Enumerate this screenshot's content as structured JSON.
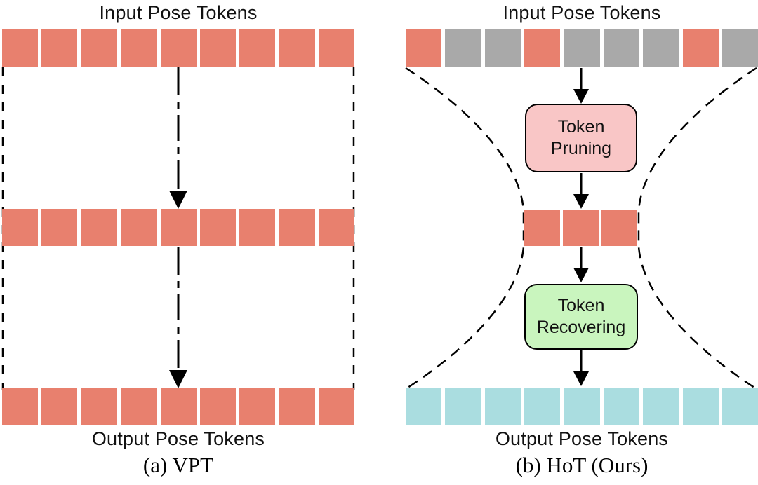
{
  "figure": {
    "description_note": "two-panel token flow diagram"
  },
  "colors": {
    "red": "#E8806E",
    "gray": "#A9A9A9",
    "cyan": "#AADDE0",
    "pruning_fill": "#F9C6C6",
    "recovering_fill": "#C9F5BE",
    "line": "#000000"
  },
  "panel_a": {
    "title": "Input Pose Tokens",
    "output_label": "Output Pose Tokens",
    "caption": "(a) VPT",
    "rows": {
      "input": [
        "red",
        "red",
        "red",
        "red",
        "red",
        "red",
        "red",
        "red",
        "red"
      ],
      "middle": [
        "red",
        "red",
        "red",
        "red",
        "red",
        "red",
        "red",
        "red",
        "red"
      ],
      "output": [
        "red",
        "red",
        "red",
        "red",
        "red",
        "red",
        "red",
        "red",
        "red"
      ]
    }
  },
  "panel_b": {
    "title": "Input Pose Tokens",
    "output_label": "Output Pose Tokens",
    "caption": "(b) HoT (Ours)",
    "pruning_box": {
      "line1": "Token",
      "line2": "Pruning"
    },
    "recovering_box": {
      "line1": "Token",
      "line2": "Recovering"
    },
    "rows": {
      "input": [
        "red",
        "gray",
        "gray",
        "red",
        "gray",
        "gray",
        "gray",
        "red",
        "gray"
      ],
      "pruned": [
        "red",
        "red",
        "red"
      ],
      "output": [
        "cyan",
        "cyan",
        "cyan",
        "cyan",
        "cyan",
        "cyan",
        "cyan",
        "cyan",
        "cyan"
      ]
    }
  }
}
